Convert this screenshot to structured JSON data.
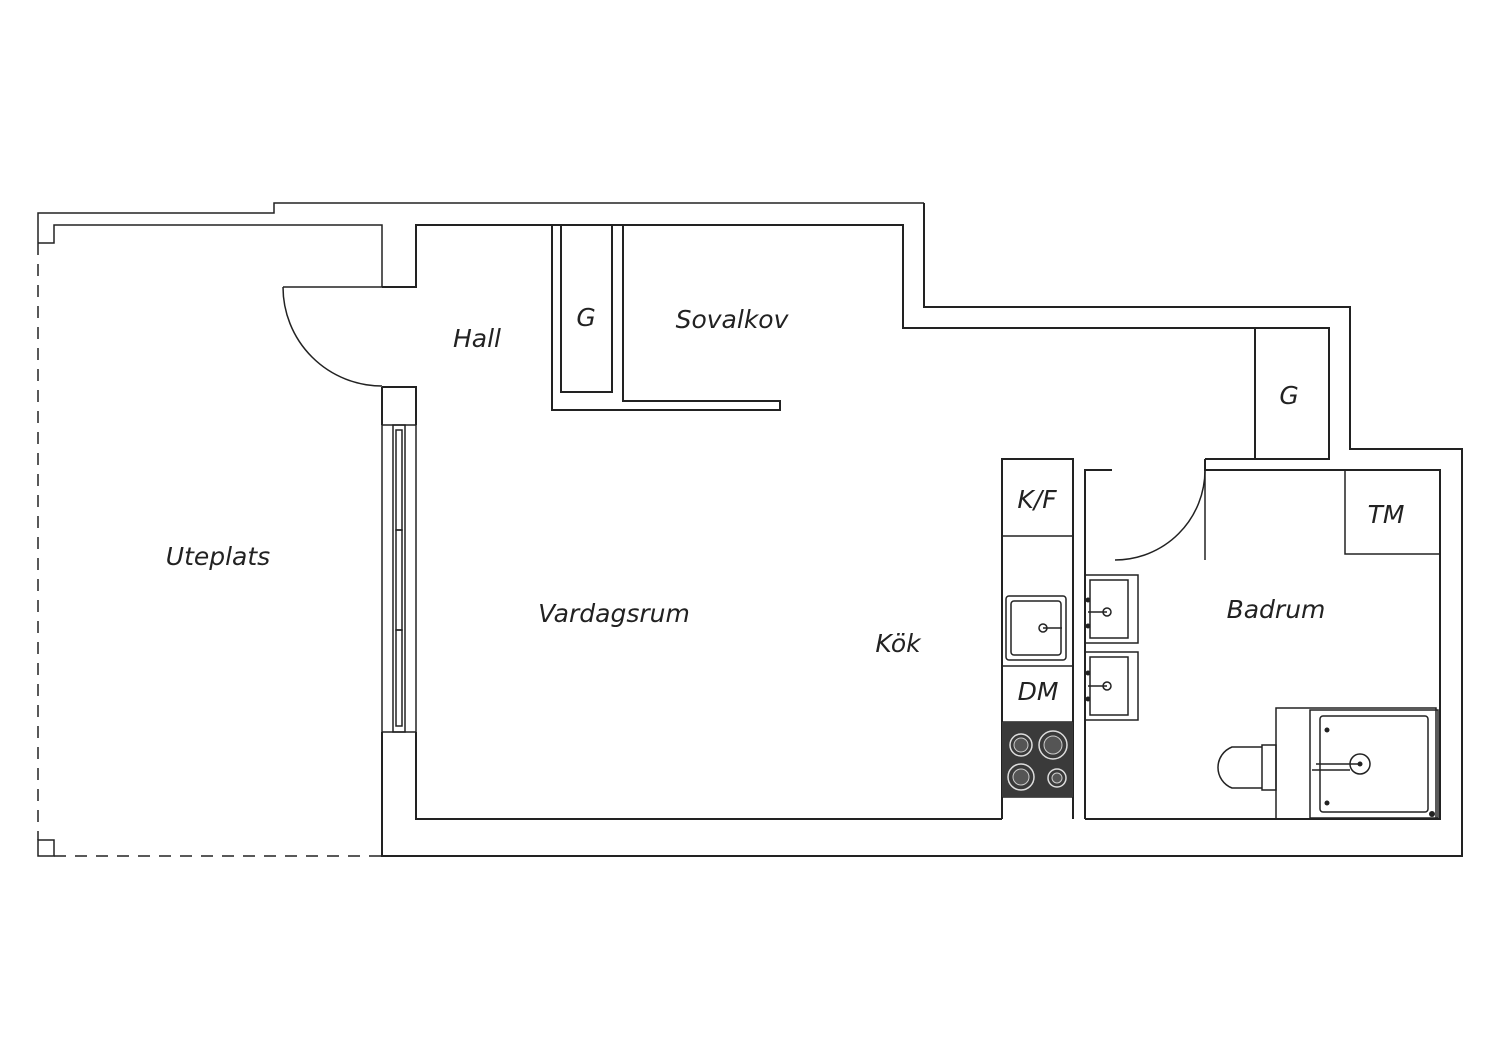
{
  "rooms": {
    "uteplats": "Uteplats",
    "hall": "Hall",
    "garderob_hall": "G",
    "sovalkov": "Sovalkov",
    "garderob_right": "G",
    "kyl_frys": "K/F",
    "vardagsrum": "Vardagsrum",
    "kok": "Kök",
    "diskmaskin": "DM",
    "badrum": "Badrum",
    "tvattmaskin": "TM"
  },
  "colors": {
    "line": "#222222",
    "background": "#ffffff",
    "stove": "#3a3a3a"
  }
}
